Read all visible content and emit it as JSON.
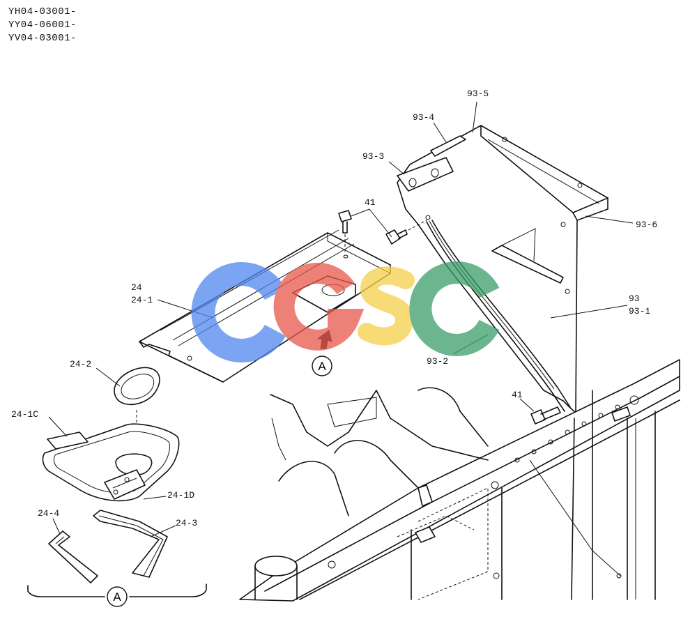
{
  "serials": [
    "YH04-03001-",
    "YY04-06001-",
    "YV04-03001-"
  ],
  "callouts": {
    "c93_5": "93-5",
    "c93_4": "93-4",
    "c93_3": "93-3",
    "c41_top": "41",
    "c93_6": "93-6",
    "c24": "24",
    "c24_1": "24-1",
    "c93": "93",
    "c93_1": "93-1",
    "c93_2": "93-2",
    "c24_2": "24-2",
    "c24_1C": "24-1C",
    "c41_bottom": "41",
    "c24_1D": "24-1D",
    "c24_4": "24-4",
    "c24_3": "24-3"
  },
  "view_marker": "A",
  "watermark": {
    "letters": [
      "C",
      "G",
      "S",
      "C"
    ],
    "colors": [
      "#4f86f0",
      "#e8574a",
      "#f5d04a",
      "#3a9e6a"
    ]
  }
}
